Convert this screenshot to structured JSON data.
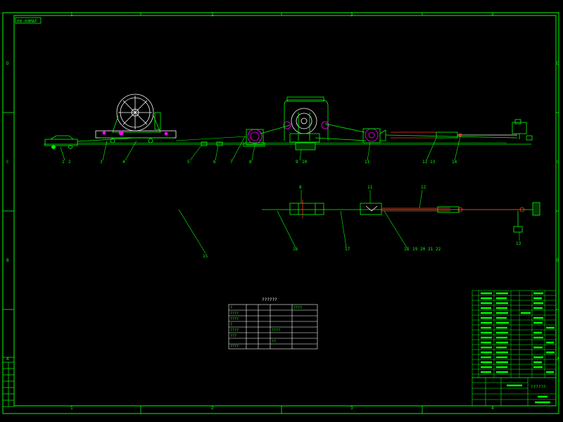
{
  "drawing": {
    "code_box": "00-00MAF",
    "col_marks": [
      "1",
      "2",
      "3",
      "4"
    ],
    "row_marks": [
      "D",
      "C",
      "B",
      "A"
    ],
    "upper_callouts": [
      "1",
      "2",
      "3",
      "4",
      "5",
      "6",
      "7",
      "8",
      "9",
      "10",
      "11",
      "12",
      "13",
      "14"
    ],
    "lower_callouts": [
      "8",
      "11",
      "12",
      "16",
      "17",
      "18",
      "19",
      "20",
      "21",
      "22",
      "13"
    ],
    "extra_callout": "15",
    "spec_table_title": "??????",
    "spec_rows": [
      [
        "?",
        "",
        "",
        "",
        "????"
      ],
      [
        "????",
        "",
        "",
        "",
        ""
      ],
      [
        "????",
        "",
        "",
        "",
        ""
      ],
      [
        "?",
        "",
        "",
        "",
        ""
      ],
      [
        "????",
        "",
        "????",
        "",
        ""
      ],
      [
        "???",
        "",
        "",
        "",
        ""
      ],
      [
        "",
        "",
        "??",
        "",
        ""
      ],
      [
        "????",
        "",
        "",
        "",
        ""
      ]
    ],
    "title_block_name": "??????",
    "colors": {
      "frame": "#00ff00",
      "lines": "#00ff00",
      "magenta": "#ff00ff",
      "red": "#ff3030",
      "white": "#ffffff",
      "yellow": "#ffff00"
    }
  }
}
